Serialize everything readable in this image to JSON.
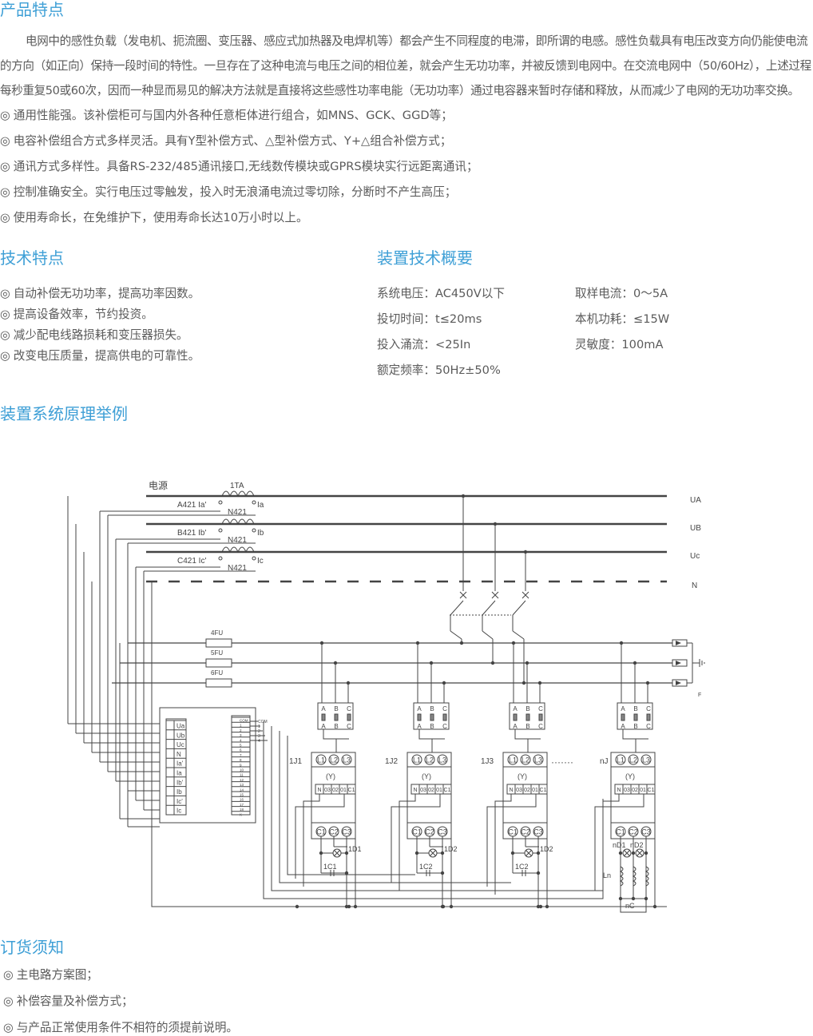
{
  "colors": {
    "heading": "#3e9fd6",
    "text": "#5a5a5a",
    "line": "#444444"
  },
  "bullet": "◎",
  "product": {
    "title": "产品特点",
    "paragraph": "电网中的感性负载（发电机、扼流圈、变压器、感应式加热器及电焊机等）都会产生不同程度的电滞，即所谓的电感。感性负载具有电压改变方向仍能使电流的方向（如正向）保持一段时间的特性。一旦存在了这种电流与电压之间的相位差，就会产生无功功率，并被反馈到电网中。在交流电网中（50/60Hz），上述过程每秒重复50或60次，因而一种显而易见的解决方法就是直接将这些感性功率电能（无功功率）通过电容器来暂时存储和释放，从而减少了电网的无功功率交换。",
    "items": [
      "通用性能强。该补偿柜可与国内外各种任意柜体进行组合，如MNS、GCK、GGD等；",
      "电容补偿组合方式多样灵活。具有Y型补偿方式、△型补偿方式、Y+△组合补偿方式；",
      "通讯方式多样性。具备RS-232/485通讯接口,无线数传模块或GPRS模块实行远距离通讯；",
      "控制准确安全。实行电压过零触发，投入时无浪涌电流过零切除，分断时不产生高压；",
      "使用寿命长，在免维护下，使用寿命长达10万小时以上。"
    ]
  },
  "tech": {
    "title": "技术特点",
    "items": [
      "自动补偿无功功率，提高功率因数。",
      "提高设备效率，节约投资。",
      "减少配电线路损耗和变压器损失。",
      "改变电压质量，提高供电的可靠性。"
    ]
  },
  "specs": {
    "title": "装置技术概要",
    "left": [
      "系统电压：AC450V以下",
      "投切时间：t≤20ms",
      "投入涌流：<25In",
      "额定频率：50Hz±50%"
    ],
    "right": [
      "取样电流：0～5A",
      "本机功耗：≤15W",
      "灵敏度：100mA"
    ]
  },
  "diagram": {
    "title": "装置系统原理举例",
    "source": "电源",
    "ct": "1TA",
    "buses": [
      "UA",
      "UB",
      "Uc",
      "N"
    ],
    "ct_rows": [
      {
        "left": "A421",
        "prime": "Ia'",
        "n": "N421",
        "out": "Ia"
      },
      {
        "left": "B421",
        "prime": "Ib'",
        "n": "N421",
        "out": "Ib"
      },
      {
        "left": "C421",
        "prime": "Ic'",
        "n": "N421",
        "out": "Ic"
      }
    ],
    "fuses": [
      "4FU",
      "5FU",
      "6FU"
    ],
    "controller_inputs": [
      "Ua",
      "Ub",
      "Uc",
      "N",
      "Ia'",
      "Ia",
      "Ib'",
      "Ib",
      "Ic'",
      "Ic"
    ],
    "controller_outputs": [
      "COM",
      "1",
      "2",
      "3",
      "4",
      "5",
      "6",
      "7",
      "8",
      "9",
      "10",
      "11",
      "12",
      "13",
      "14",
      "15",
      "16",
      "17",
      "18",
      "K"
    ],
    "com_labels": [
      "COM",
      "1",
      "2",
      "3",
      "4"
    ],
    "fuse_phases": [
      "A",
      "B",
      "C"
    ],
    "units": [
      {
        "name": "1J1",
        "lamp": "1D1",
        "cap": "1C1"
      },
      {
        "name": "1J2",
        "lamp": "1D2",
        "cap": "1C2"
      },
      {
        "name": "1J3",
        "lamp": "1D2",
        "cap": "1C2"
      },
      {
        "name": "nJ",
        "lamp1": "nD1",
        "lamp2": "nD2",
        "inductor": "Ln",
        "cap": "nC"
      }
    ],
    "dots": "·······",
    "contactor_in": [
      "L1",
      "L2",
      "L3"
    ],
    "contactor_out": [
      "C1",
      "C2",
      "C3"
    ],
    "mode": "(Y)",
    "terminals": [
      "N",
      "03",
      "02",
      "01",
      "C1"
    ]
  },
  "order": {
    "title": "订货须知",
    "items": [
      "主电路方案图；",
      "补偿容量及补偿方式；",
      "与产品正常使用条件不相符的须提前说明。"
    ]
  }
}
